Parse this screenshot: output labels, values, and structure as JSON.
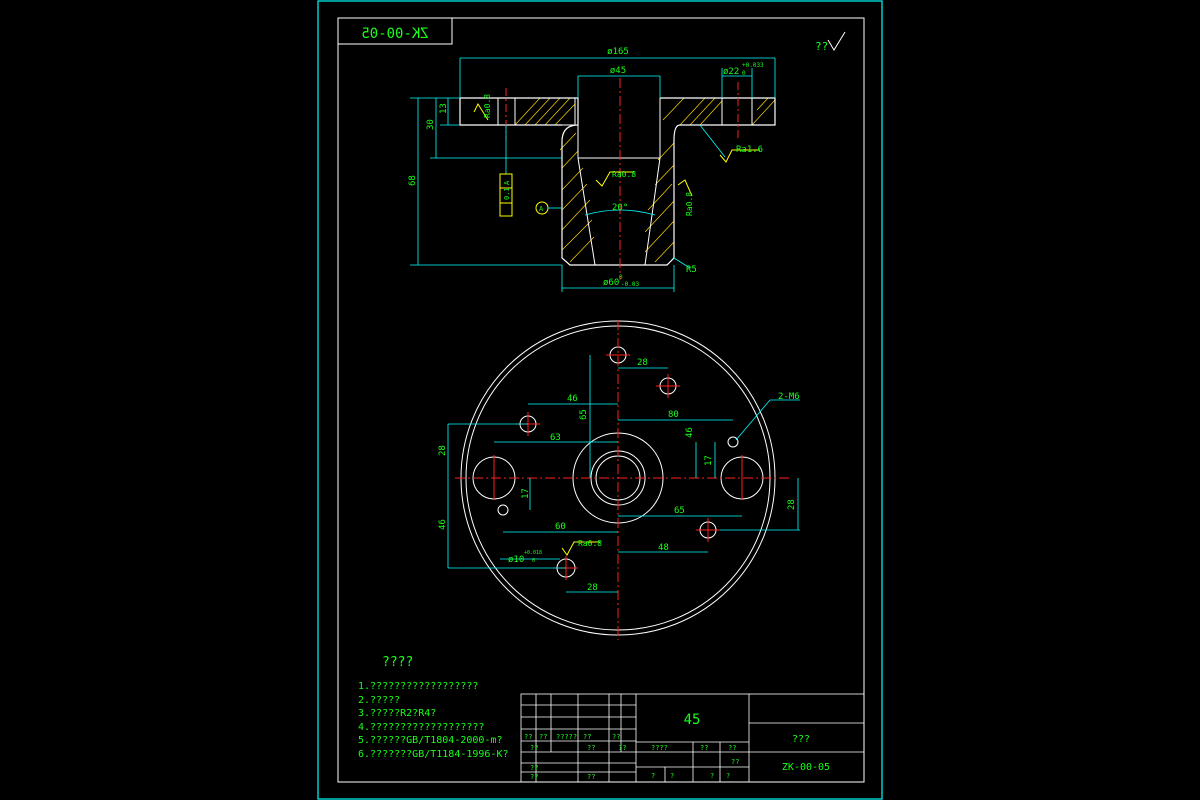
{
  "drawing": {
    "code_mirrored": "ZK-00-05",
    "corner_roughness": "??",
    "labels": {
      "dia165": "ø165",
      "dia45": "ø45",
      "dia22": "ø22",
      "dia22_tol": "+0.033",
      "dia22_tol_low": "0",
      "dia60": "ø60",
      "dia60_tol_up": "0",
      "dia60_tol_low": "-0.03",
      "d13": "13",
      "d30": "30",
      "d68": "68",
      "ra08_left": "Ra0.8",
      "ra16": "Ra1.6",
      "ra08_mid": "Ra0.8",
      "ra08_right": "Ra0.8",
      "angle20": "20°",
      "r5": "R5",
      "datum": "A",
      "tol_flatness": "0.1",
      "tol_datum": "A"
    }
  },
  "plan": {
    "labels": {
      "d28_top": "28",
      "d46_a": "46",
      "d65_v": "65",
      "d80": "80",
      "d63": "63",
      "d46_v": "46",
      "d17_right": "17",
      "d28_left": "28",
      "d46_left": "46",
      "d17_left": "17",
      "d65_h": "65",
      "d28_right": "28",
      "d60": "60",
      "ra08": "Ra0.8",
      "d48": "48",
      "hole": "ø10",
      "hole_tol": "+0.018",
      "hole_tol_low": "0",
      "d28_bottom": "28",
      "m6": "2-M6"
    }
  },
  "notes": {
    "title": "????",
    "items": [
      "1.??????????????????",
      "2.?????",
      "3.?????R2?R4?",
      "4.???????????????????",
      "5.??????GB/T1804-2000-m?",
      "6.???????GB/T1184-1996-K?"
    ]
  },
  "title_block": {
    "material": "45",
    "name": "???",
    "code": "ZK-00-05",
    "cells": {
      "r5c1": "??",
      "r5c2": "??",
      "r5c3": "?????",
      "r5c4": "??",
      "r5c5": "??",
      "r6c1": "??",
      "r6c3": "??",
      "r6c5": "??",
      "r7c1": "??",
      "r8c1": "??",
      "r8c3": "??",
      "s1": "????",
      "s2": "??",
      "s3": "??",
      "s4": "??",
      "b1": "?",
      "b2": "?",
      "b3": "?",
      "b4": "?"
    }
  },
  "colors": {
    "frame": "#00ffff",
    "outline": "#ffffff",
    "dimension": "#00ffff",
    "text": "#19ff19",
    "center": "#ff2020",
    "hatch": "#ffd700",
    "symbol": "#ffff00"
  }
}
